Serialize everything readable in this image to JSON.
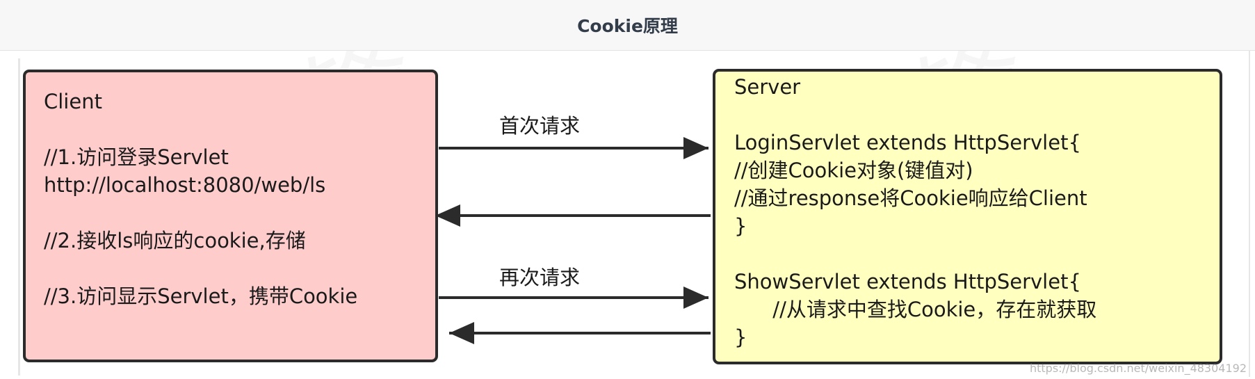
{
  "header": {
    "title": "Cookie原理"
  },
  "client": {
    "lines": [
      "Client",
      "",
      "//1.访问登录Servlet",
      "http://localhost:8080/web/ls",
      "",
      "//2.接收ls响应的cookie,存储",
      "",
      "//3.访问显示Servlet，携带Cookie"
    ]
  },
  "server": {
    "lines": [
      "Server",
      "",
      "LoginServlet extends HttpServlet{",
      "//创建Cookie对象(键值对)",
      "//通过response将Cookie响应给Client",
      "}",
      "",
      "ShowServlet extends HttpServlet{",
      "      //从请求中查找Cookie，存在就获取",
      "}"
    ]
  },
  "arrows": {
    "first_request_label": "首次请求",
    "second_request_label": "再次请求"
  },
  "watermark": {
    "url": "https://blog.csdn.net/weixin_48304192"
  },
  "colors": {
    "client_fill": "#ffcccc",
    "server_fill": "#ffffc0",
    "stroke": "#2b2b2b"
  }
}
